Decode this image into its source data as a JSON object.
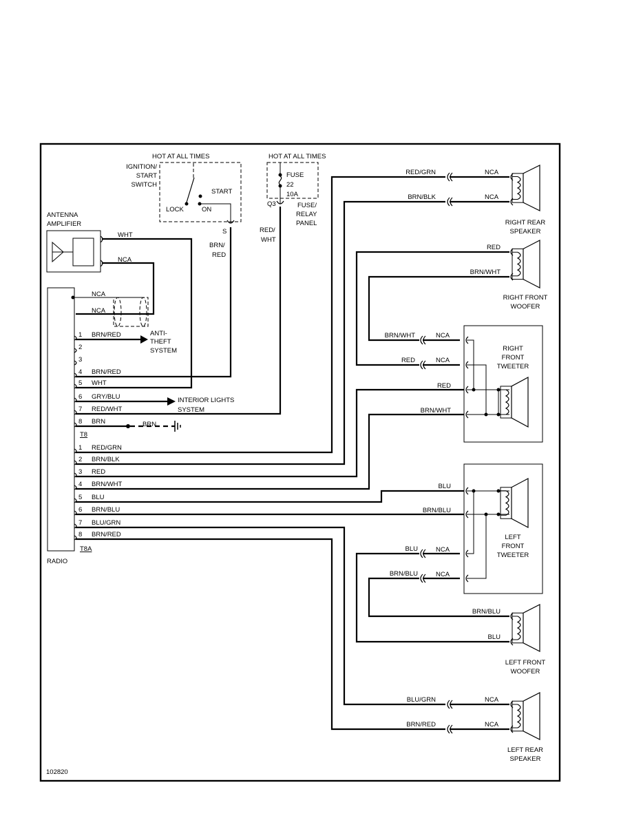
{
  "diagram_id": "102820",
  "top": {
    "hot_ignition": "HOT AT ALL TIMES",
    "ignition_label": [
      "IGNITION/",
      "START",
      "SWITCH"
    ],
    "lock": "LOCK",
    "on": "ON",
    "start": "START",
    "pin_s": "S",
    "brn_red_wire": [
      "BRN/",
      "RED"
    ],
    "hot_fuse": "HOT AT ALL TIMES",
    "fuse_label": [
      "FUSE",
      "22",
      "10A"
    ],
    "q3": "Q3",
    "fuse_panel": [
      "FUSE/",
      "RELAY",
      "PANEL"
    ],
    "red_wht_wire": [
      "RED/",
      "WHT"
    ]
  },
  "antenna": {
    "label": [
      "ANTENNA",
      "AMPLIFIER"
    ],
    "wire_top": "WHT",
    "wire_bottom": "NCA"
  },
  "radio": {
    "label": "RADIO",
    "nca_1": "NCA",
    "nca_2": "NCA",
    "connector_t8": "T8",
    "connector_t8a": "T8A",
    "t8_pins": [
      {
        "num": "1",
        "wire": "BRN/RED"
      },
      {
        "num": "2",
        "wire": ""
      },
      {
        "num": "3",
        "wire": ""
      },
      {
        "num": "4",
        "wire": "BRN/RED"
      },
      {
        "num": "5",
        "wire": "WHT"
      },
      {
        "num": "6",
        "wire": "GRY/BLU"
      },
      {
        "num": "7",
        "wire": "RED/WHT"
      },
      {
        "num": "8",
        "wire": "BRN"
      }
    ],
    "t8a_pins": [
      {
        "num": "1",
        "wire": "RED/GRN"
      },
      {
        "num": "2",
        "wire": "BRN/BLK"
      },
      {
        "num": "3",
        "wire": "RED"
      },
      {
        "num": "4",
        "wire": "BRN/WHT"
      },
      {
        "num": "5",
        "wire": "BLU"
      },
      {
        "num": "6",
        "wire": "BRN/BLU"
      },
      {
        "num": "7",
        "wire": "BLU/GRN"
      },
      {
        "num": "8",
        "wire": "BRN/RED"
      }
    ],
    "ground_wire": "BRN",
    "anti_theft": [
      "ANTI-",
      "THEFT",
      "SYSTEM"
    ],
    "interior_lights": [
      "INTERIOR LIGHTS",
      "SYSTEM"
    ]
  },
  "speakers": {
    "right_rear": {
      "label": [
        "RIGHT REAR",
        "SPEAKER"
      ],
      "wire_1": "RED/GRN",
      "wire_2": "BRN/BLK",
      "nca_1": "NCA",
      "nca_2": "NCA"
    },
    "right_front_woofer": {
      "label": [
        "RIGHT FRONT",
        "WOOFER"
      ],
      "wire_1": "RED",
      "wire_2": "BRN/WHT"
    },
    "right_front_tweeter": {
      "label": [
        "RIGHT",
        "FRONT",
        "TWEETER"
      ],
      "wire_1": "BRN/WHT",
      "wire_2": "RED",
      "wire_3": "RED",
      "wire_4": "BRN/WHT",
      "nca_1": "NCA",
      "nca_2": "NCA"
    },
    "left_front_tweeter": {
      "label": [
        "LEFT",
        "FRONT",
        "TWEETER"
      ],
      "wire_1": "BLU",
      "wire_2": "BRN/BLU",
      "wire_3": "BLU",
      "wire_4": "BRN/BLU",
      "nca_1": "NCA",
      "nca_2": "NCA"
    },
    "left_front_woofer": {
      "label": [
        "LEFT FRONT",
        "WOOFER"
      ],
      "wire_1": "BRN/BLU",
      "wire_2": "BLU"
    },
    "left_rear": {
      "label": [
        "LEFT REAR",
        "SPEAKER"
      ],
      "wire_1": "BLU/GRN",
      "wire_2": "BRN/RED",
      "nca_1": "NCA",
      "nca_2": "NCA"
    }
  }
}
